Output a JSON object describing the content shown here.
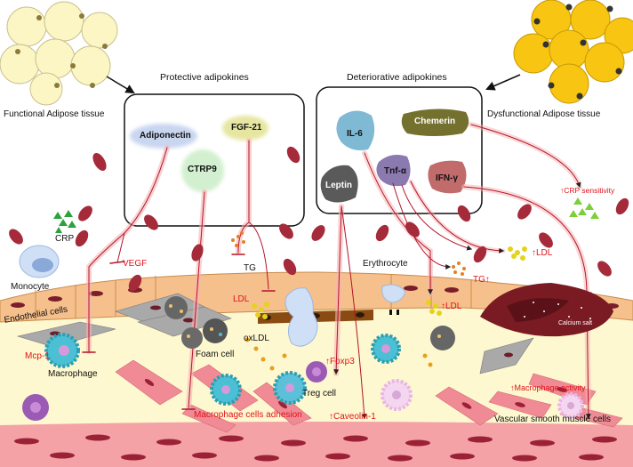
{
  "colors": {
    "tissue_yellow": "#fdf8cf",
    "endothelial": "#f6c08c",
    "smooth_muscle": "#f4a2a6",
    "erythrocyte": "#a52a3a",
    "red_text": "#e0131b",
    "adipose_functional": "#fbf6c3",
    "adipose_dysfunctional": "#f8c512"
  },
  "headers": {
    "functional": "Functional Adipose tissue",
    "dysfunctional": "Dysfunctional Adipose tissue",
    "protective": "Protective adipokines",
    "deteriorative": "Deteriorative adipokines"
  },
  "adipokines": {
    "adiponectin": "Adiponectin",
    "fgf21": "FGF-21",
    "ctrp9": "CTRP9",
    "il6": "IL-6",
    "chemerin": "Chemerin",
    "leptin": "Leptin",
    "tnfa": "Tnf-α",
    "ifng": "IFN-γ"
  },
  "cells": {
    "crp": "CRP",
    "monocyte": "Monocyte",
    "endothelial": "Endothelial cells",
    "macrophage": "Macrophage",
    "foam": "Foam cell",
    "oxldl": "oxLDL",
    "erythrocyte": "Erythrocyte",
    "treg": "Treg cell",
    "vsmc": "Vascular smooth muscle cells",
    "calcium": "Calcium salt"
  },
  "effects": {
    "vegf": "VEGF",
    "tg_left": "TG",
    "ldl_left": "LDL",
    "mcp1": "Mcp-1",
    "adhesion": "Macrophage cells adhesion",
    "foxp3": "Foxp3",
    "caveolin": "Caveolin-1",
    "tg_right": "TG",
    "ldl_upper": "LDL",
    "ldl_lower": "LDL",
    "crp_sens": "CRP sensitivity",
    "macro_act": "Macrophage activity"
  }
}
